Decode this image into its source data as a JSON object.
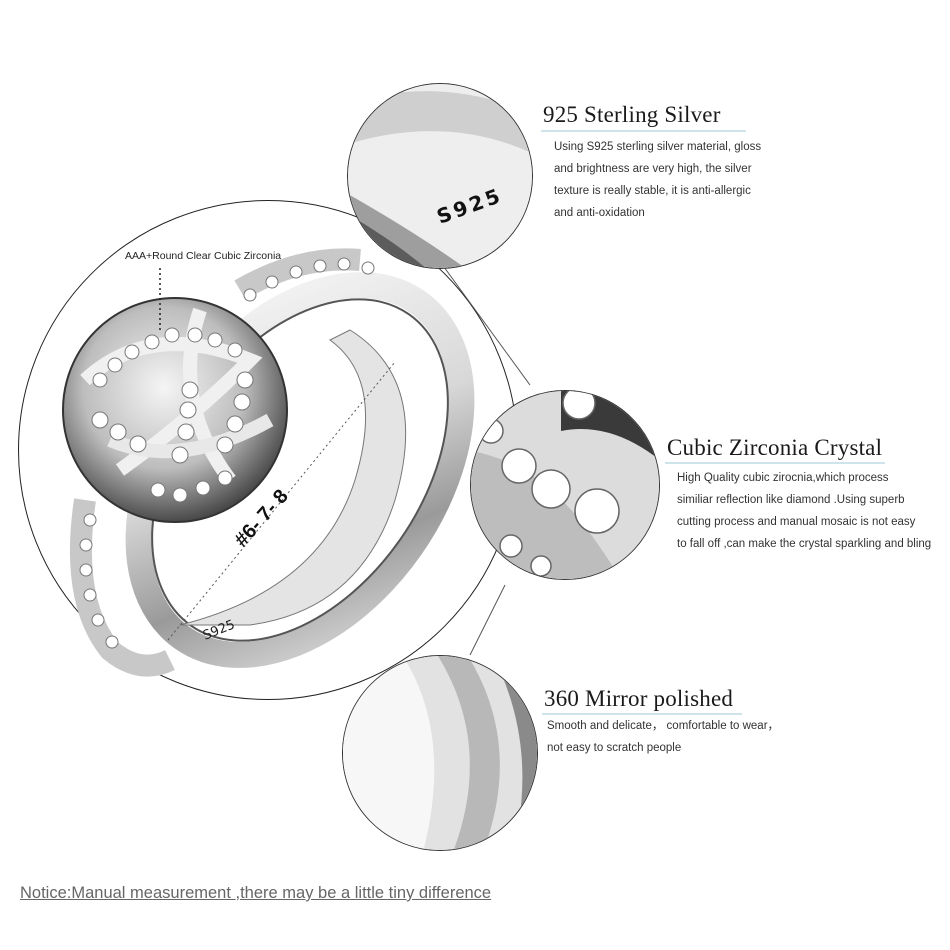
{
  "features": [
    {
      "title": "925 Sterling Silver",
      "description": "Using S925 sterling silver material, gloss\nand brightness are very high, the silver\ntexture is really stable, it is anti-allergic\nand anti-oxidation"
    },
    {
      "title": "Cubic Zirconia Crystal",
      "description": "High Quality cubic zirocnia,which process\nsimiliar reflection like diamond .Using superb\ncutting process and manual mosaic is not easy\nto fall off ,can make the crystal sparkling and bling"
    },
    {
      "title": "360 Mirror polished",
      "description": "Smooth and delicate， comfortable to wear，\nnot easy to scratch people"
    }
  ],
  "callout_label": "AAA+Round Clear Cubic Zirconia",
  "ring_engraving": "S925",
  "ring_sizes": "#6- 7- 8",
  "closeup_engraving": "S925",
  "notice": "Notice:Manual measurement ,there may be a little tiny  difference",
  "colors": {
    "title_rule": "#cfe3ea",
    "notice_text": "#666666",
    "circle_outline": "#222222"
  }
}
